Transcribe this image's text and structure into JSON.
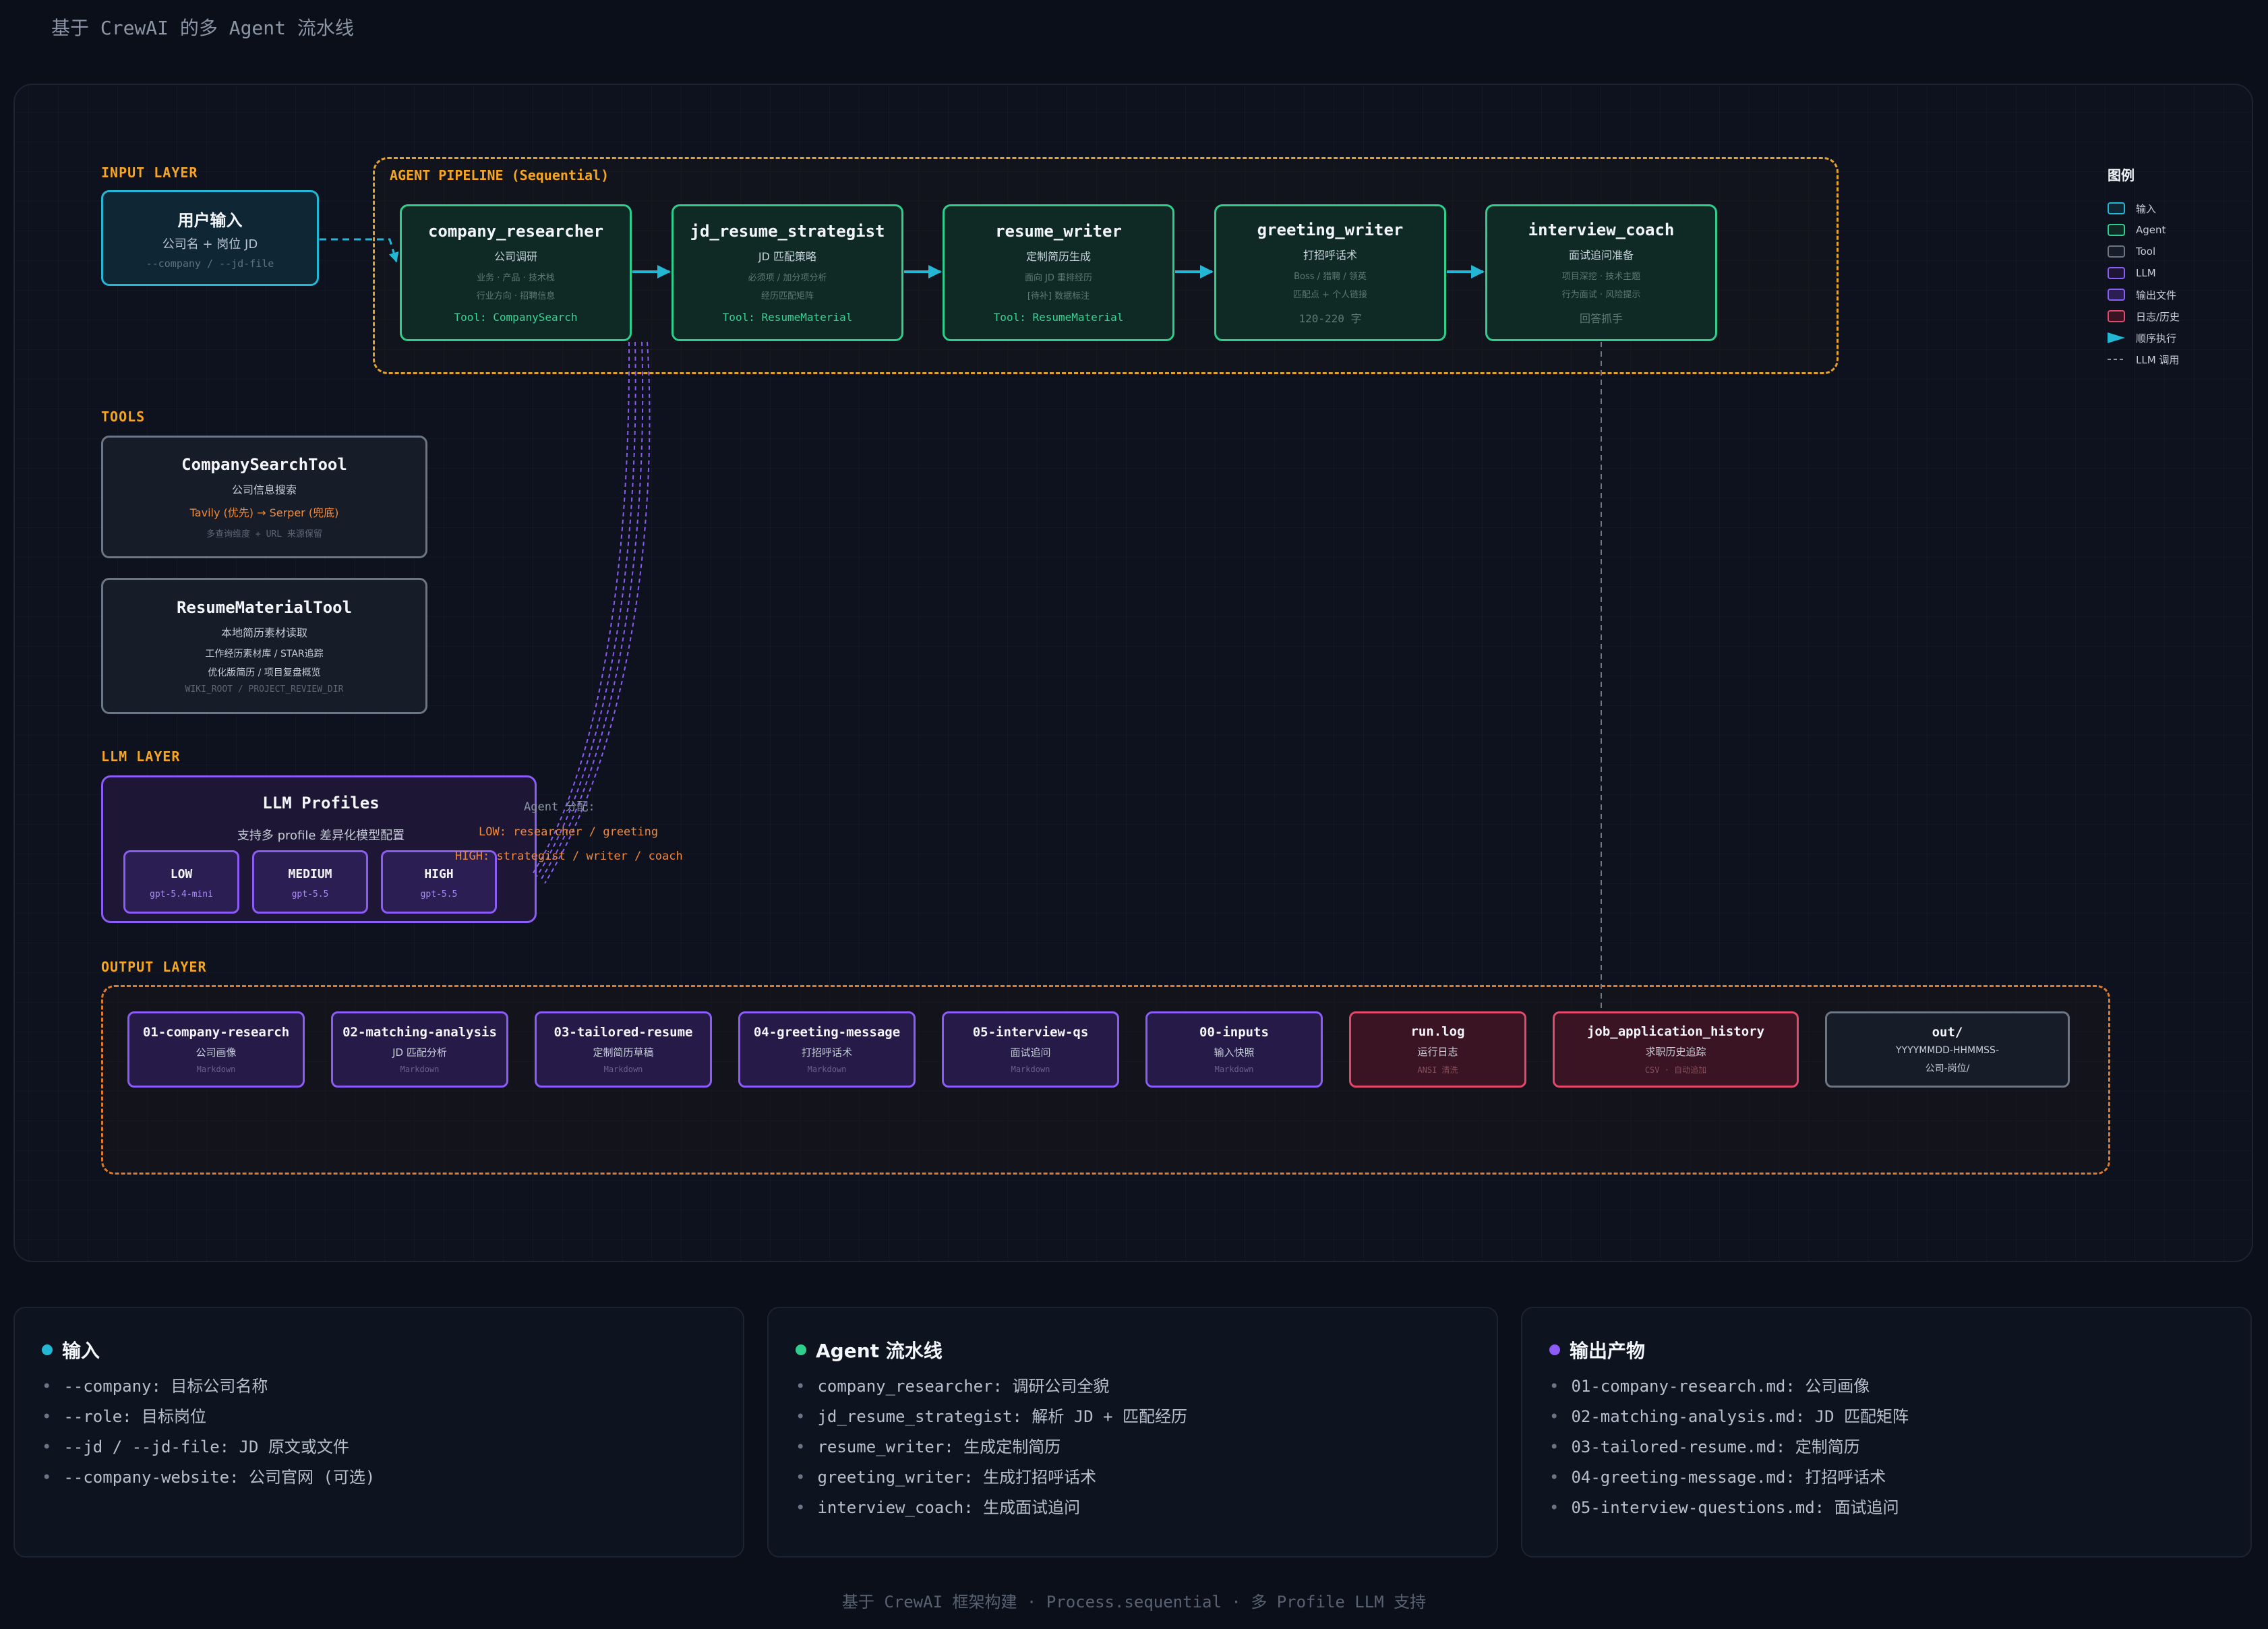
{
  "page_title": "基于 CrewAI 的多 Agent 流水线",
  "layers": {
    "input": "INPUT LAYER",
    "pipeline": "AGENT PIPELINE (Sequential)",
    "tools": "TOOLS",
    "llm": "LLM LAYER",
    "output": "OUTPUT LAYER"
  },
  "input_node": {
    "title": "用户输入",
    "line1": "公司名 + 岗位 JD",
    "line2": "--company / --jd-file"
  },
  "agents": [
    {
      "name": "company_researcher",
      "role": "公司调研",
      "line1": "业务 · 产品 · 技术栈",
      "line2": "行业方向 · 招聘信息",
      "tool": "Tool: CompanySearch"
    },
    {
      "name": "jd_resume_strategist",
      "role": "JD 匹配策略",
      "line1": "必须项 / 加分项分析",
      "line2": "经历匹配矩阵",
      "tool": "Tool: ResumeMaterial"
    },
    {
      "name": "resume_writer",
      "role": "定制简历生成",
      "line1": "面向 JD 重排经历",
      "line2": "[待补] 数据标注",
      "tool": "Tool: ResumeMaterial"
    },
    {
      "name": "greeting_writer",
      "role": "打招呼话术",
      "line1": "Boss / 猎聘 / 领英",
      "line2": "匹配点 + 个人链接",
      "tool": "120-220 字"
    },
    {
      "name": "interview_coach",
      "role": "面试追问准备",
      "line1": "项目深挖 · 技术主题",
      "line2": "行为面试 · 风险提示",
      "tool": "回答抓手"
    }
  ],
  "tools": [
    {
      "name": "CompanySearchTool",
      "desc": "公司信息搜索",
      "highlight": "Tavily (优先) → Serper (兜底)",
      "note": "多查询维度 + URL 来源保留"
    },
    {
      "name": "ResumeMaterialTool",
      "desc": "本地简历素材读取",
      "line1": "工作经历素材库 / STAR追踪",
      "line2": "优化版简历 / 项目复盘概览",
      "note": "WIKI_ROOT / PROJECT_REVIEW_DIR"
    }
  ],
  "llm": {
    "title": "LLM Profiles",
    "desc": "支持多 profile 差异化模型配置",
    "profiles": [
      {
        "name": "LOW",
        "model": "gpt-5.4-mini"
      },
      {
        "name": "MEDIUM",
        "model": "gpt-5.5"
      },
      {
        "name": "HIGH",
        "model": "gpt-5.5"
      }
    ],
    "assign_title": "Agent 分配:",
    "assign_low": "LOW: researcher / greeting",
    "assign_high": "HIGH: strategist / writer / coach"
  },
  "outputs": [
    {
      "name": "01-company-research",
      "desc": "公司画像",
      "fmt": "Markdown",
      "kind": "file"
    },
    {
      "name": "02-matching-analysis",
      "desc": "JD 匹配分析",
      "fmt": "Markdown",
      "kind": "file"
    },
    {
      "name": "03-tailored-resume",
      "desc": "定制简历草稿",
      "fmt": "Markdown",
      "kind": "file"
    },
    {
      "name": "04-greeting-message",
      "desc": "打招呼话术",
      "fmt": "Markdown",
      "kind": "file"
    },
    {
      "name": "05-interview-qs",
      "desc": "面试追问",
      "fmt": "Markdown",
      "kind": "file"
    },
    {
      "name": "00-inputs",
      "desc": "输入快照",
      "fmt": "Markdown",
      "kind": "file"
    },
    {
      "name": "run.log",
      "desc": "运行日志",
      "fmt": "ANSI 清洗",
      "kind": "log"
    },
    {
      "name": "job_application_history",
      "desc": "求职历史追踪",
      "fmt": "CSV · 自动追加",
      "kind": "log"
    },
    {
      "name": "out/",
      "desc": "YYYYMMDD-HHMMSS-",
      "fmt": "公司-岗位/",
      "kind": "dir"
    }
  ],
  "legend": {
    "title": "图例",
    "items": [
      "输入",
      "Agent",
      "Tool",
      "LLM",
      "输出文件",
      "日志/历史",
      "顺序执行",
      "LLM 调用"
    ]
  },
  "colors": {
    "input": "#22b8d5",
    "agent": "#2ecf8d",
    "tool": "#6d7685",
    "llm": "#8b5cf6",
    "output": "#8b5cf6",
    "log": "#e14a6a",
    "pipeline": "#e0a32b",
    "output_border": "#e07a2b"
  },
  "cards": [
    {
      "title": "输入",
      "items": [
        "--company: 目标公司名称",
        "--role: 目标岗位",
        "--jd / --jd-file: JD 原文或文件",
        "--company-website: 公司官网 (可选)"
      ]
    },
    {
      "title": "Agent 流水线",
      "items": [
        "company_researcher: 调研公司全貌",
        "jd_resume_strategist: 解析 JD + 匹配经历",
        "resume_writer: 生成定制简历",
        "greeting_writer: 生成打招呼话术",
        "interview_coach: 生成面试追问"
      ]
    },
    {
      "title": "输出产物",
      "items": [
        "01-company-research.md: 公司画像",
        "02-matching-analysis.md: JD 匹配矩阵",
        "03-tailored-resume.md: 定制简历",
        "04-greeting-message.md: 打招呼话术",
        "05-interview-questions.md: 面试追问"
      ]
    }
  ],
  "footer": "基于 CrewAI 框架构建 · Process.sequential · 多 Profile LLM 支持"
}
